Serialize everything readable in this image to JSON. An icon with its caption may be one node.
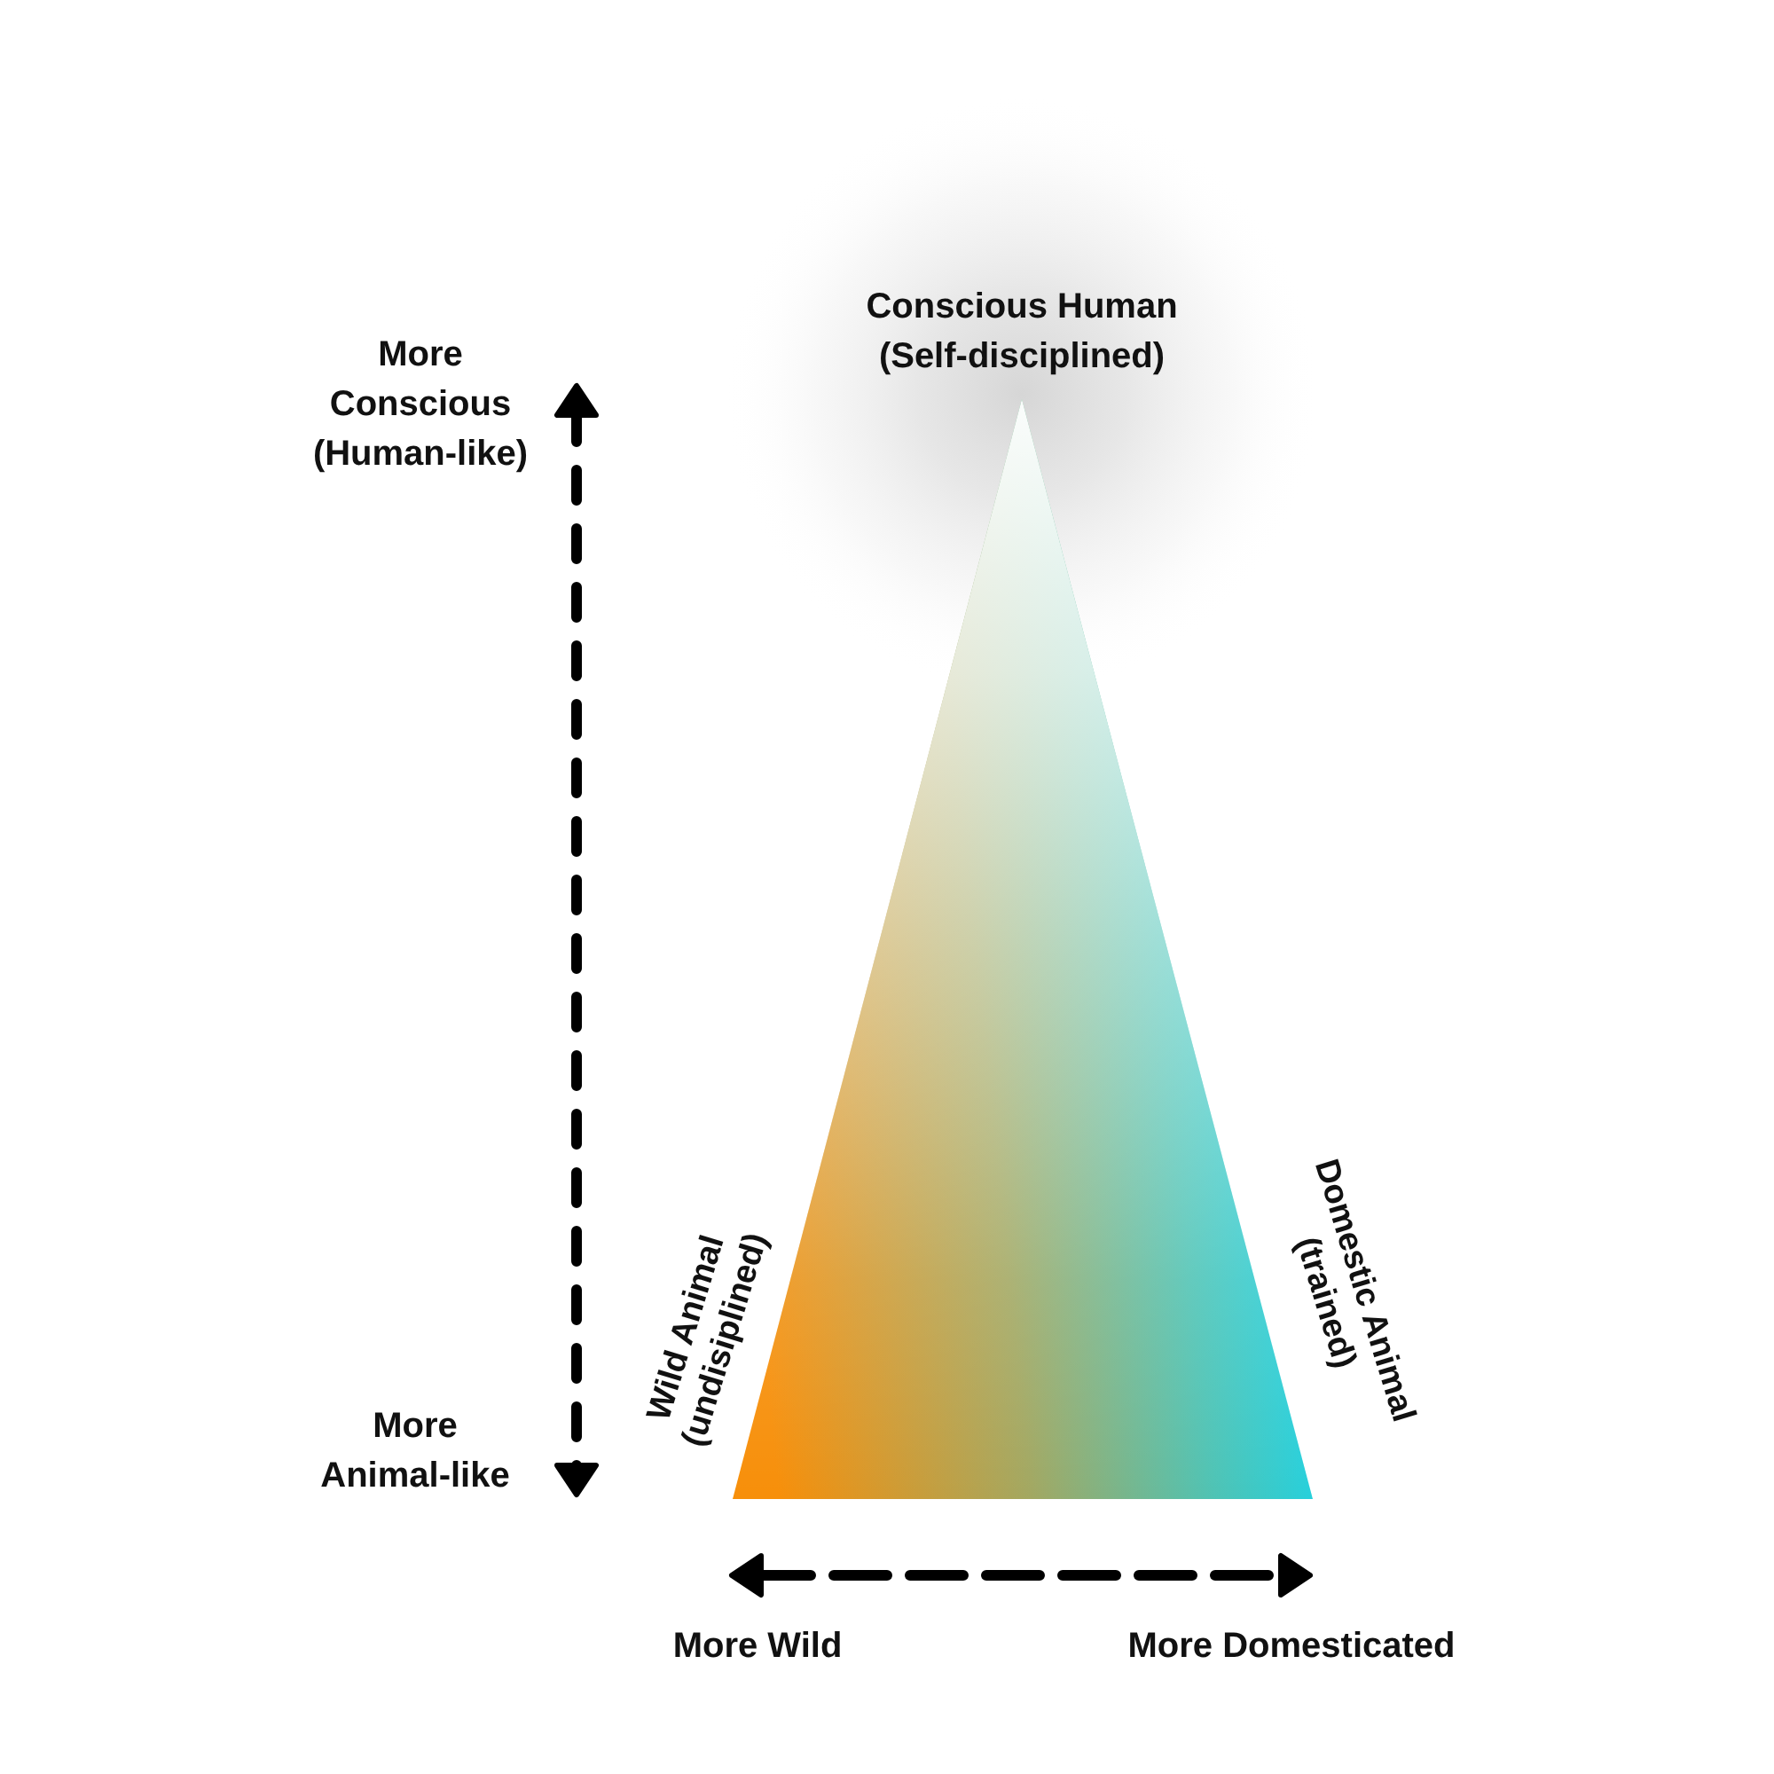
{
  "diagram": {
    "labels": [
      "Conscious Human (Self-disciplined)",
      "More Conscious (Human-like)",
      "Wild Animal (undisiplined)",
      "Domestic Animal (trained)",
      "More Animal-like",
      "More Wild",
      "More Domesticated"
    ]
  }
}
